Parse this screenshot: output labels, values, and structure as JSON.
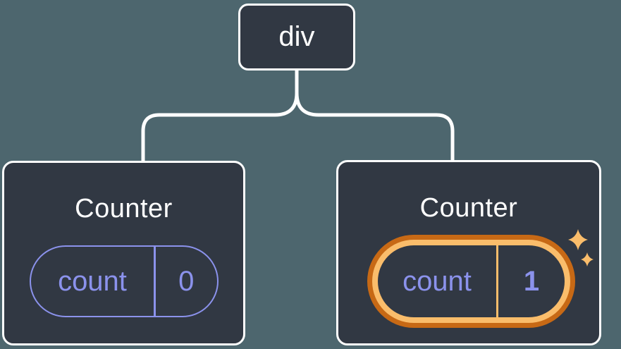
{
  "diagram": {
    "description": "React component tree diagram",
    "root": {
      "label": "div"
    },
    "children": [
      {
        "title": "Counter",
        "state": {
          "name": "count",
          "value": "0"
        },
        "highlighted": false
      },
      {
        "title": "Counter",
        "state": {
          "name": "count",
          "value": "1"
        },
        "highlighted": true
      }
    ]
  },
  "icons": {
    "sparkles": "sparkles-icon"
  },
  "colors": {
    "bg": "#4D666E",
    "card-fill": "#313843",
    "line": "#FFFFFF",
    "purple": "#8B92EC",
    "orange-outer": "#C76915",
    "orange-inner": "#FABD6B",
    "text-white": "#FFFFFF"
  }
}
